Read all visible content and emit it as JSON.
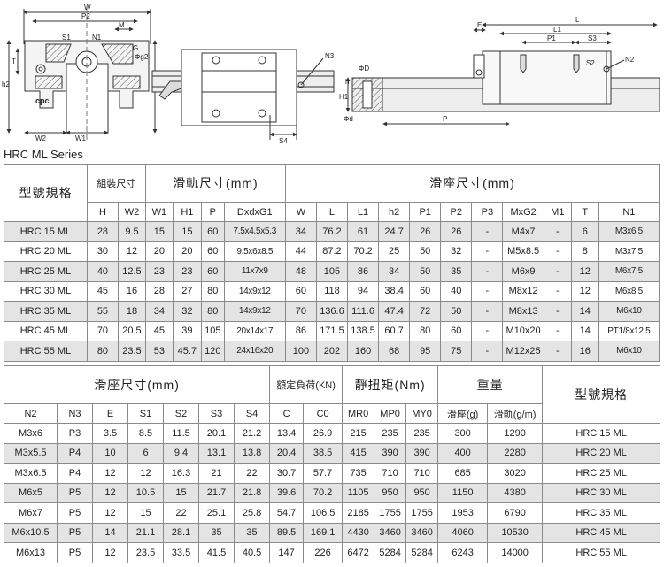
{
  "drawing_labels": {
    "d1": [
      "W",
      "P2",
      "M",
      "S1",
      "N1",
      "T",
      "h2",
      "G",
      "H",
      "W2",
      "W1",
      "Φg2",
      "cpc"
    ],
    "d2": [
      "N3",
      "S4"
    ],
    "d3": [
      "E",
      "L",
      "L1",
      "P1",
      "S3",
      "S2",
      "N2",
      "ΦD",
      "h",
      "H1",
      "Φd",
      "P"
    ]
  },
  "series_title": "HRC ML Series",
  "table1": {
    "group_headers": {
      "model": "型號規格",
      "assembly": "組裝尺寸",
      "rail": "滑軌尺寸(mm)",
      "block": "滑座尺寸(mm)"
    },
    "sub_headers": [
      "H",
      "W2",
      "W1",
      "H1",
      "P",
      "DxdxG1",
      "W",
      "L",
      "L1",
      "h2",
      "P1",
      "P2",
      "P3",
      "MxG2",
      "M1",
      "T",
      "N1"
    ],
    "rows": [
      [
        "HRC 15 ML",
        "28",
        "9.5",
        "15",
        "15",
        "60",
        "7.5x4.5x5.3",
        "34",
        "76.2",
        "61",
        "24.7",
        "26",
        "26",
        "-",
        "M4x7",
        "-",
        "6",
        "M3x6.5"
      ],
      [
        "HRC 20 ML",
        "30",
        "12",
        "20",
        "20",
        "60",
        "9.5x6x8.5",
        "44",
        "87.2",
        "70.2",
        "25",
        "50",
        "32",
        "-",
        "M5x8.5",
        "-",
        "8",
        "M3x7.5"
      ],
      [
        "HRC 25 ML",
        "40",
        "12.5",
        "23",
        "23",
        "60",
        "11x7x9",
        "48",
        "105",
        "86",
        "34",
        "50",
        "35",
        "-",
        "M6x9",
        "-",
        "12",
        "M6x7.5"
      ],
      [
        "HRC 30 ML",
        "45",
        "16",
        "28",
        "27",
        "80",
        "14x9x12",
        "60",
        "118",
        "94",
        "38.4",
        "60",
        "40",
        "-",
        "M8x12",
        "-",
        "12",
        "M6x8.5"
      ],
      [
        "HRC 35 ML",
        "55",
        "18",
        "34",
        "32",
        "80",
        "14x9x12",
        "70",
        "136.6",
        "111.6",
        "47.4",
        "72",
        "50",
        "-",
        "M8x13",
        "-",
        "14",
        "M6x10"
      ],
      [
        "HRC 45 ML",
        "70",
        "20.5",
        "45",
        "39",
        "105",
        "20x14x17",
        "86",
        "171.5",
        "138.5",
        "60.7",
        "80",
        "60",
        "-",
        "M10x20",
        "-",
        "14",
        "PT1/8x12.5"
      ],
      [
        "HRC 55 ML",
        "80",
        "23.5",
        "53",
        "45.7",
        "120",
        "24x16x20",
        "100",
        "202",
        "160",
        "68",
        "95",
        "75",
        "-",
        "M12x25",
        "-",
        "16",
        "M6x10"
      ]
    ]
  },
  "table2": {
    "group_headers": {
      "block": "滑座尺寸(mm)",
      "load": "額定負荷(KN)",
      "torque": "靜扭矩(Nm)",
      "weight": "重量",
      "model": "型號規格"
    },
    "sub_headers": [
      "N2",
      "N3",
      "E",
      "S1",
      "S2",
      "S3",
      "S4",
      "C",
      "C0",
      "MR0",
      "MP0",
      "MY0",
      "滑座(g)",
      "滑軌(g/m)"
    ],
    "rows": [
      [
        "M3x6",
        "P3",
        "3.5",
        "8.5",
        "11.5",
        "20.1",
        "21.2",
        "13.4",
        "26.9",
        "215",
        "235",
        "235",
        "300",
        "1290",
        "HRC 15 ML"
      ],
      [
        "M3x5.5",
        "P4",
        "10",
        "6",
        "9.4",
        "13.1",
        "13.8",
        "20.4",
        "38.5",
        "415",
        "390",
        "390",
        "400",
        "2280",
        "HRC 20 ML"
      ],
      [
        "M3x6.5",
        "P4",
        "12",
        "12",
        "16.3",
        "21",
        "22",
        "30.7",
        "57.7",
        "735",
        "710",
        "710",
        "685",
        "3020",
        "HRC 25 ML"
      ],
      [
        "M6x5",
        "P5",
        "12",
        "10.5",
        "15",
        "21.7",
        "21.8",
        "39.6",
        "70.2",
        "1105",
        "950",
        "950",
        "1150",
        "4380",
        "HRC 30 ML"
      ],
      [
        "M6x7",
        "P5",
        "12",
        "15",
        "22",
        "25.1",
        "25.8",
        "54.7",
        "106.5",
        "2185",
        "1755",
        "1755",
        "1953",
        "6790",
        "HRC 35 ML"
      ],
      [
        "M6x10.5",
        "P5",
        "14",
        "21.1",
        "28.1",
        "35",
        "35",
        "89.5",
        "169.1",
        "4430",
        "3460",
        "3460",
        "4060",
        "10530",
        "HRC 45 ML"
      ],
      [
        "M6x13",
        "P5",
        "12",
        "23.5",
        "33.5",
        "41.5",
        "40.5",
        "147",
        "226",
        "6472",
        "5284",
        "5284",
        "6243",
        "14000",
        "HRC 55 ML"
      ]
    ]
  }
}
